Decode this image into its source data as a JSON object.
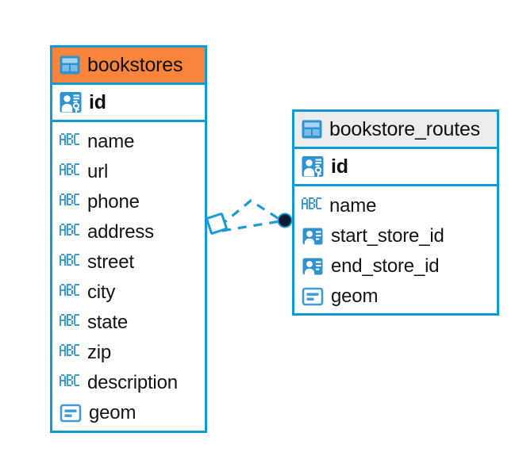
{
  "diagram": {
    "type": "entity-relationship-diagram",
    "background_color": "#ffffff",
    "accent_color": "#0f9bd7",
    "highlight_color": "#f9843c",
    "neutral_header_color": "#ececec"
  },
  "entities": [
    {
      "name": "bookstores",
      "header_style": "accent",
      "table_icon": "table-icon",
      "primary_key": {
        "label": "id",
        "icon": "primary-key-icon"
      },
      "fields": [
        {
          "label": "name",
          "icon": "abc-text-icon"
        },
        {
          "label": "url",
          "icon": "abc-text-icon"
        },
        {
          "label": "phone",
          "icon": "abc-text-icon"
        },
        {
          "label": "address",
          "icon": "abc-text-icon"
        },
        {
          "label": "street",
          "icon": "abc-text-icon"
        },
        {
          "label": "city",
          "icon": "abc-text-icon"
        },
        {
          "label": "state",
          "icon": "abc-text-icon"
        },
        {
          "label": "zip",
          "icon": "abc-text-icon"
        },
        {
          "label": "description",
          "icon": "abc-text-icon"
        },
        {
          "label": "geom",
          "icon": "geometry-icon"
        }
      ]
    },
    {
      "name": "bookstore_routes",
      "header_style": "neutral",
      "table_icon": "table-icon",
      "primary_key": {
        "label": "id",
        "icon": "primary-key-icon"
      },
      "fields": [
        {
          "label": "name",
          "icon": "abc-text-icon"
        },
        {
          "label": "start_store_id",
          "icon": "foreign-key-icon"
        },
        {
          "label": "end_store_id",
          "icon": "foreign-key-icon"
        },
        {
          "label": "geom",
          "icon": "geometry-icon"
        }
      ]
    }
  ],
  "relationship": {
    "from_entity": "bookstores",
    "to_entity": "bookstore_routes",
    "line_style": "dashed",
    "line_color": "#0f9bd7",
    "source_marker": "diamond-marker",
    "target_marker": "filled-circle-marker",
    "target_marker_color": "#0d1b33"
  }
}
